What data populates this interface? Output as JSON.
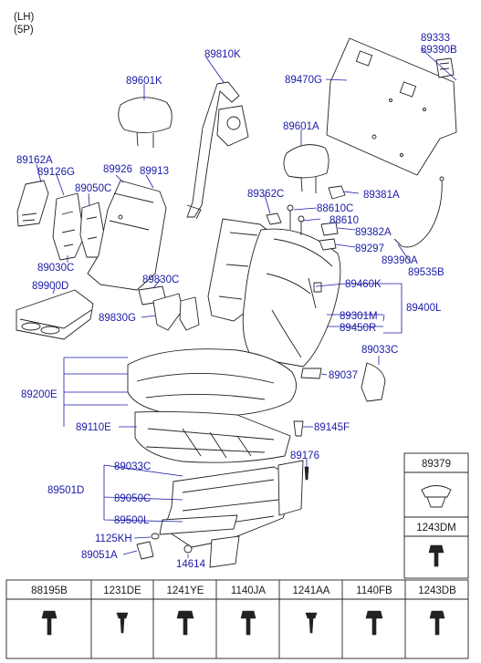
{
  "header": {
    "side": "(LH)",
    "seats": "(5P)"
  },
  "labels": {
    "p89333": "89333",
    "p89390B": "89390B",
    "p89810K": "89810K",
    "p89470G": "89470G",
    "p89601K": "89601K",
    "p89601A": "89601A",
    "p89162A": "89162A",
    "p89126G": "89126G",
    "p89926": "89926",
    "p89913": "89913",
    "p89050C": "89050C",
    "p89362C": "89362C",
    "p89381A": "89381A",
    "p88610C": "88610C",
    "p88610": "88610",
    "p89382A": "89382A",
    "p89297": "89297",
    "p89390A": "89390A",
    "p89535B": "89535B",
    "p89030C": "89030C",
    "p89900D": "89900D",
    "p89830C_a": "89830C",
    "p89830G": "89830G",
    "p89460K": "89460K",
    "p89400L": "89400L",
    "p89301M": "89301M",
    "p89450R": "89450R",
    "p89033C_r": "89033C",
    "p89037": "89037",
    "p89200E": "89200E",
    "p89110E": "89110E",
    "p89145F": "89145F",
    "p89176": "89176",
    "p89033C_l": "89033C",
    "p89501D": "89501D",
    "p89050C_l": "89050C",
    "p89500L": "89500L",
    "p1125KH": "1125KH",
    "p89051A": "89051A",
    "p14614": "14614"
  },
  "side_panel": {
    "top": "89379",
    "bottom": "1243DM"
  },
  "bottom_table": [
    "88195B",
    "1231DE",
    "1241YE",
    "1140JA",
    "1241AA",
    "1140FB",
    "1243DB"
  ]
}
